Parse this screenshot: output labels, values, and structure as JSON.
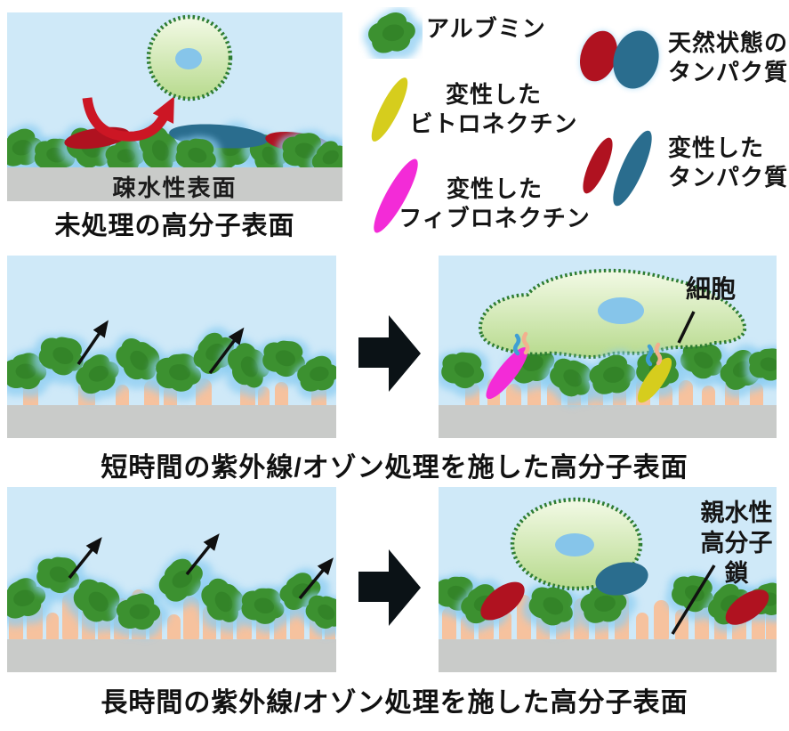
{
  "colors": {
    "panel_sky": "#cfe9f8",
    "surface_gray": "#c9cbc9",
    "albumin_green": "#3c9130",
    "albumin_dark": "#2c7a22",
    "halo_blue": "#8ccdf2",
    "bump_peach": "#f6c29e",
    "native_red": "#b01220",
    "native_blue": "#2a6d8e",
    "vitronectin_yellow": "#d6cd1d",
    "fibronectin_magenta": "#f32bd7",
    "cell_fill_top": "#f3fae6",
    "cell_fill_bottom": "#b7da8d",
    "cell_border_green": "#2e7d33",
    "nucleus_blue": "#86c5ea",
    "block_arrow_black": "#0b1216",
    "bounce_arrow_red": "#cc1624",
    "desorb_arrow_black": "#101010"
  },
  "legend": {
    "albumin": {
      "label": "アルブミン"
    },
    "denatured_vitronectin": {
      "label": "変性した\nビトロネクチン"
    },
    "denatured_fibronectin": {
      "label": "変性した\nフィブロネクチン"
    },
    "native_protein": {
      "label": "天然状態の\nタンパク質"
    },
    "denatured_protein": {
      "label": "変性した\nタンパク質"
    }
  },
  "panels": {
    "untreated": {
      "surface_label": "疎水性表面",
      "caption": "未処理の高分子表面"
    },
    "short_treatment": {
      "caption": "短時間の紫外線/オゾン処理を施した高分子表面",
      "cell_label": "細胞"
    },
    "long_treatment": {
      "caption": "長時間の紫外線/オゾン処理を施した高分子表面",
      "chain_label": "親水性\n高分子鎖"
    }
  }
}
